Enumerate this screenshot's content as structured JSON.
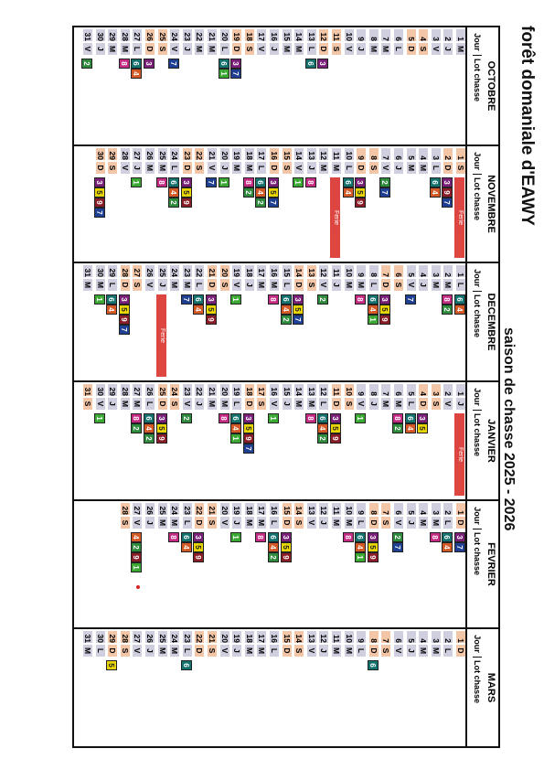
{
  "page": {
    "title": "forêt domaniale d'EAWY",
    "season": "saison de chasse 2025 - 2026",
    "col_jour": "Jour",
    "col_lot": "Lot chasse",
    "ferie_label": "Ferie"
  },
  "lot_colors": {
    "1": "#3aa832",
    "2": "#2e8a3c",
    "3": "#7a1f78",
    "4": "#d35a26",
    "5": "#e8d400",
    "6": "#14726f",
    "7": "#1f3f93",
    "8": "#c52b83",
    "9": "#8b1d28"
  },
  "months": [
    {
      "name": "OCTOBRE",
      "days": [
        {
          "n": "1",
          "d": "M",
          "lots": []
        },
        {
          "n": "2",
          "d": "J",
          "lots": []
        },
        {
          "n": "3",
          "d": "V",
          "lots": []
        },
        {
          "n": "4",
          "d": "S",
          "lots": []
        },
        {
          "n": "5",
          "d": "D",
          "lots": []
        },
        {
          "n": "6",
          "d": "L",
          "lots": []
        },
        {
          "n": "7",
          "d": "M",
          "lots": []
        },
        {
          "n": "8",
          "d": "M",
          "lots": []
        },
        {
          "n": "9",
          "d": "J",
          "lots": []
        },
        {
          "n": "10",
          "d": "V",
          "lots": []
        },
        {
          "n": "11",
          "d": "S",
          "lots": []
        },
        {
          "n": "12",
          "d": "D",
          "lots": [
            "3"
          ]
        },
        {
          "n": "13",
          "d": "L",
          "lots": [
            "6"
          ]
        },
        {
          "n": "14",
          "d": "M",
          "lots": []
        },
        {
          "n": "15",
          "d": "M",
          "lots": []
        },
        {
          "n": "16",
          "d": "J",
          "lots": []
        },
        {
          "n": "17",
          "d": "V",
          "lots": []
        },
        {
          "n": "18",
          "d": "S",
          "lots": []
        },
        {
          "n": "19",
          "d": "D",
          "lots": [
            "3",
            "7"
          ]
        },
        {
          "n": "20",
          "d": "L",
          "lots": [
            "6",
            "1"
          ]
        },
        {
          "n": "21",
          "d": "M",
          "lots": []
        },
        {
          "n": "22",
          "d": "M",
          "lots": []
        },
        {
          "n": "23",
          "d": "J",
          "lots": []
        },
        {
          "n": "24",
          "d": "V",
          "lots": [
            "7"
          ]
        },
        {
          "n": "25",
          "d": "S",
          "lots": []
        },
        {
          "n": "26",
          "d": "D",
          "lots": [
            "3"
          ]
        },
        {
          "n": "27",
          "d": "L",
          "lots": [
            "6",
            "4"
          ]
        },
        {
          "n": "28",
          "d": "M",
          "lots": [
            "8"
          ]
        },
        {
          "n": "29",
          "d": "M",
          "lots": []
        },
        {
          "n": "30",
          "d": "J",
          "lots": []
        },
        {
          "n": "31",
          "d": "V",
          "lots": [
            "2"
          ]
        }
      ]
    },
    {
      "name": "NOVEMBRE",
      "days": [
        {
          "n": "1",
          "d": "S",
          "lots": []
        },
        {
          "n": "2",
          "d": "D",
          "lots": [
            "3",
            "9",
            "7"
          ]
        },
        {
          "n": "3",
          "d": "L",
          "lots": [
            "6",
            "4"
          ]
        },
        {
          "n": "4",
          "d": "M",
          "lots": []
        },
        {
          "n": "5",
          "d": "M",
          "lots": []
        },
        {
          "n": "6",
          "d": "J",
          "lots": []
        },
        {
          "n": "7",
          "d": "V",
          "lots": [
            "2",
            "7"
          ]
        },
        {
          "n": "8",
          "d": "S",
          "lots": []
        },
        {
          "n": "9",
          "d": "D",
          "lots": [
            "3",
            "5",
            "9"
          ]
        },
        {
          "n": "10",
          "d": "L",
          "lots": [
            "6",
            "4"
          ]
        },
        {
          "n": "11",
          "d": "M",
          "lots": []
        },
        {
          "n": "12",
          "d": "M",
          "lots": []
        },
        {
          "n": "13",
          "d": "J",
          "lots": [
            "8"
          ]
        },
        {
          "n": "14",
          "d": "V",
          "lots": [
            "1"
          ]
        },
        {
          "n": "15",
          "d": "S",
          "lots": []
        },
        {
          "n": "16",
          "d": "D",
          "lots": [
            "3",
            "5",
            "7"
          ]
        },
        {
          "n": "17",
          "d": "L",
          "lots": [
            "6",
            "4",
            "2"
          ]
        },
        {
          "n": "18",
          "d": "M",
          "lots": [
            "8",
            "2"
          ]
        },
        {
          "n": "19",
          "d": "M",
          "lots": []
        },
        {
          "n": "20",
          "d": "J",
          "lots": [
            "1"
          ]
        },
        {
          "n": "21",
          "d": "V",
          "lots": [
            "7"
          ]
        },
        {
          "n": "22",
          "d": "S",
          "lots": []
        },
        {
          "n": "23",
          "d": "D",
          "lots": [
            "3",
            "5",
            "9"
          ]
        },
        {
          "n": "24",
          "d": "L",
          "lots": [
            "6",
            "4",
            "2"
          ]
        },
        {
          "n": "25",
          "d": "M",
          "lots": [
            "8"
          ]
        },
        {
          "n": "26",
          "d": "M",
          "lots": []
        },
        {
          "n": "27",
          "d": "J",
          "lots": [
            "1"
          ]
        },
        {
          "n": "28",
          "d": "V",
          "lots": []
        },
        {
          "n": "29",
          "d": "S",
          "lots": []
        },
        {
          "n": "30",
          "d": "D",
          "lots": [
            "3",
            "5",
            "9",
            "7"
          ]
        }
      ]
    },
    {
      "name": "DECEMBRE",
      "days": [
        {
          "n": "1",
          "d": "L",
          "lots": [
            "6",
            "4"
          ]
        },
        {
          "n": "2",
          "d": "M",
          "lots": [
            "8",
            "2"
          ]
        },
        {
          "n": "3",
          "d": "M",
          "lots": []
        },
        {
          "n": "4",
          "d": "J",
          "lots": []
        },
        {
          "n": "5",
          "d": "V",
          "lots": [
            "7"
          ]
        },
        {
          "n": "6",
          "d": "S",
          "lots": []
        },
        {
          "n": "7",
          "d": "D",
          "lots": [
            "3",
            "5",
            "9"
          ]
        },
        {
          "n": "8",
          "d": "L",
          "lots": [
            "6",
            "4",
            "1"
          ]
        },
        {
          "n": "9",
          "d": "M",
          "lots": [
            "8"
          ]
        },
        {
          "n": "10",
          "d": "M",
          "lots": []
        },
        {
          "n": "11",
          "d": "J",
          "lots": []
        },
        {
          "n": "12",
          "d": "V",
          "lots": [
            "2"
          ]
        },
        {
          "n": "13",
          "d": "S",
          "lots": []
        },
        {
          "n": "14",
          "d": "D",
          "lots": [
            "3",
            "5",
            "7"
          ]
        },
        {
          "n": "15",
          "d": "L",
          "lots": [
            "6",
            "4",
            "2"
          ]
        },
        {
          "n": "16",
          "d": "M",
          "lots": [
            "8"
          ]
        },
        {
          "n": "17",
          "d": "M",
          "lots": []
        },
        {
          "n": "18",
          "d": "J",
          "lots": []
        },
        {
          "n": "19",
          "d": "V",
          "lots": [
            "1"
          ]
        },
        {
          "n": "20",
          "d": "S",
          "lots": []
        },
        {
          "n": "21",
          "d": "D",
          "lots": [
            "3",
            "5",
            "9"
          ]
        },
        {
          "n": "22",
          "d": "L",
          "lots": [
            "6",
            "4"
          ]
        },
        {
          "n": "23",
          "d": "M",
          "lots": [
            "7"
          ]
        },
        {
          "n": "24",
          "d": "M",
          "lots": []
        },
        {
          "n": "25",
          "d": "J",
          "lots": []
        },
        {
          "n": "26",
          "d": "V",
          "lots": []
        },
        {
          "n": "27",
          "d": "S",
          "lots": []
        },
        {
          "n": "28",
          "d": "D",
          "lots": [
            "3",
            "5",
            "9",
            "7"
          ]
        },
        {
          "n": "29",
          "d": "L",
          "lots": [
            "6",
            "4"
          ]
        },
        {
          "n": "30",
          "d": "M",
          "lots": [
            "1"
          ]
        },
        {
          "n": "31",
          "d": "M",
          "lots": []
        }
      ]
    },
    {
      "name": "JANVIER",
      "days": [
        {
          "n": "1",
          "d": "J",
          "lots": []
        },
        {
          "n": "2",
          "d": "V",
          "lots": []
        },
        {
          "n": "3",
          "d": "S",
          "lots": []
        },
        {
          "n": "4",
          "d": "D",
          "lots": [
            "3",
            "5"
          ]
        },
        {
          "n": "5",
          "d": "L",
          "lots": [
            "6",
            "4"
          ]
        },
        {
          "n": "6",
          "d": "M",
          "lots": [
            "8",
            "2"
          ]
        },
        {
          "n": "7",
          "d": "M",
          "lots": []
        },
        {
          "n": "8",
          "d": "J",
          "lots": []
        },
        {
          "n": "9",
          "d": "V",
          "lots": [
            "1"
          ]
        },
        {
          "n": "10",
          "d": "S",
          "lots": []
        },
        {
          "n": "11",
          "d": "D",
          "lots": [
            "3",
            "5",
            "9"
          ]
        },
        {
          "n": "12",
          "d": "L",
          "lots": [
            "6",
            "4",
            "2"
          ]
        },
        {
          "n": "13",
          "d": "M",
          "lots": [
            "8"
          ]
        },
        {
          "n": "14",
          "d": "M",
          "lots": []
        },
        {
          "n": "15",
          "d": "J",
          "lots": []
        },
        {
          "n": "16",
          "d": "V",
          "lots": [
            "1"
          ]
        },
        {
          "n": "17",
          "d": "S",
          "lots": []
        },
        {
          "n": "18",
          "d": "D",
          "lots": [
            "3",
            "5",
            "9",
            "7"
          ]
        },
        {
          "n": "19",
          "d": "L",
          "lots": [
            "6",
            "4",
            "1"
          ]
        },
        {
          "n": "20",
          "d": "M",
          "lots": [
            "8"
          ]
        },
        {
          "n": "21",
          "d": "M",
          "lots": []
        },
        {
          "n": "22",
          "d": "J",
          "lots": []
        },
        {
          "n": "23",
          "d": "V",
          "lots": [
            "2"
          ]
        },
        {
          "n": "24",
          "d": "S",
          "lots": []
        },
        {
          "n": "25",
          "d": "D",
          "lots": [
            "3",
            "5",
            "9"
          ]
        },
        {
          "n": "26",
          "d": "L",
          "lots": [
            "6",
            "4",
            "2"
          ]
        },
        {
          "n": "27",
          "d": "M",
          "lots": [
            "8",
            "2"
          ]
        },
        {
          "n": "28",
          "d": "M",
          "lots": []
        },
        {
          "n": "29",
          "d": "J",
          "lots": []
        },
        {
          "n": "30",
          "d": "V",
          "lots": [
            "1"
          ]
        },
        {
          "n": "31",
          "d": "S",
          "lots": []
        }
      ]
    },
    {
      "name": "FEVRIER",
      "days": [
        {
          "n": "1",
          "d": "D",
          "lots": [
            "3",
            "7"
          ]
        },
        {
          "n": "2",
          "d": "L",
          "lots": [
            "6",
            "4"
          ]
        },
        {
          "n": "3",
          "d": "M",
          "lots": [
            "8"
          ]
        },
        {
          "n": "4",
          "d": "M",
          "lots": []
        },
        {
          "n": "5",
          "d": "J",
          "lots": []
        },
        {
          "n": "6",
          "d": "V",
          "lots": [
            "2",
            "7"
          ]
        },
        {
          "n": "7",
          "d": "S",
          "lots": []
        },
        {
          "n": "8",
          "d": "D",
          "lots": [
            "3",
            "5",
            "9"
          ]
        },
        {
          "n": "9",
          "d": "L",
          "lots": [
            "6",
            "4",
            "1"
          ]
        },
        {
          "n": "10",
          "d": "M",
          "lots": [
            "8"
          ]
        },
        {
          "n": "11",
          "d": "M",
          "lots": []
        },
        {
          "n": "12",
          "d": "J",
          "lots": []
        },
        {
          "n": "13",
          "d": "V",
          "lots": []
        },
        {
          "n": "14",
          "d": "S",
          "lots": []
        },
        {
          "n": "15",
          "d": "D",
          "lots": [
            "3",
            "5",
            "9"
          ]
        },
        {
          "n": "16",
          "d": "L",
          "lots": [
            "6",
            "4",
            "2"
          ]
        },
        {
          "n": "17",
          "d": "M",
          "lots": [
            "8"
          ]
        },
        {
          "n": "18",
          "d": "M",
          "lots": []
        },
        {
          "n": "19",
          "d": "J",
          "lots": [
            "1"
          ]
        },
        {
          "n": "20",
          "d": "V",
          "lots": []
        },
        {
          "n": "21",
          "d": "S",
          "lots": []
        },
        {
          "n": "22",
          "d": "D",
          "lots": [
            "3",
            "5",
            "9"
          ]
        },
        {
          "n": "23",
          "d": "L",
          "lots": [
            "6",
            "4"
          ]
        },
        {
          "n": "24",
          "d": "M",
          "lots": [
            "8"
          ]
        },
        {
          "n": "25",
          "d": "M",
          "lots": []
        },
        {
          "n": "26",
          "d": "J",
          "lots": []
        },
        {
          "n": "27",
          "d": "V",
          "lots": [
            "4",
            "2",
            "9",
            "1"
          ]
        },
        {
          "n": "28",
          "d": "S",
          "lots": []
        }
      ]
    },
    {
      "name": "MARS",
      "days": [
        {
          "n": "1",
          "d": "D",
          "lots": []
        },
        {
          "n": "2",
          "d": "L",
          "lots": []
        },
        {
          "n": "3",
          "d": "M",
          "lots": []
        },
        {
          "n": "4",
          "d": "M",
          "lots": []
        },
        {
          "n": "5",
          "d": "J",
          "lots": []
        },
        {
          "n": "6",
          "d": "V",
          "lots": []
        },
        {
          "n": "7",
          "d": "S",
          "lots": []
        },
        {
          "n": "8",
          "d": "D",
          "lots": [
            "6"
          ]
        },
        {
          "n": "9",
          "d": "L",
          "lots": []
        },
        {
          "n": "10",
          "d": "M",
          "lots": []
        },
        {
          "n": "11",
          "d": "M",
          "lots": []
        },
        {
          "n": "12",
          "d": "J",
          "lots": []
        },
        {
          "n": "13",
          "d": "V",
          "lots": []
        },
        {
          "n": "14",
          "d": "S",
          "lots": []
        },
        {
          "n": "15",
          "d": "D",
          "lots": []
        },
        {
          "n": "16",
          "d": "L",
          "lots": []
        },
        {
          "n": "17",
          "d": "M",
          "lots": []
        },
        {
          "n": "18",
          "d": "M",
          "lots": []
        },
        {
          "n": "19",
          "d": "J",
          "lots": []
        },
        {
          "n": "20",
          "d": "V",
          "lots": []
        },
        {
          "n": "21",
          "d": "S",
          "lots": []
        },
        {
          "n": "22",
          "d": "D",
          "lots": []
        },
        {
          "n": "23",
          "d": "L",
          "lots": [
            "6"
          ]
        },
        {
          "n": "24",
          "d": "M",
          "lots": []
        },
        {
          "n": "25",
          "d": "M",
          "lots": []
        },
        {
          "n": "26",
          "d": "J",
          "lots": []
        },
        {
          "n": "27",
          "d": "V",
          "lots": []
        },
        {
          "n": "28",
          "d": "S",
          "lots": []
        },
        {
          "n": "29",
          "d": "D",
          "lots": [
            "5"
          ]
        },
        {
          "n": "30",
          "d": "L",
          "lots": []
        },
        {
          "n": "31",
          "d": "M",
          "lots": []
        }
      ]
    }
  ],
  "holidays": [
    {
      "month": 1,
      "day": 1
    },
    {
      "month": 1,
      "day": 11
    },
    {
      "month": 2,
      "day": 25
    },
    {
      "month": 3,
      "day": 1
    }
  ]
}
